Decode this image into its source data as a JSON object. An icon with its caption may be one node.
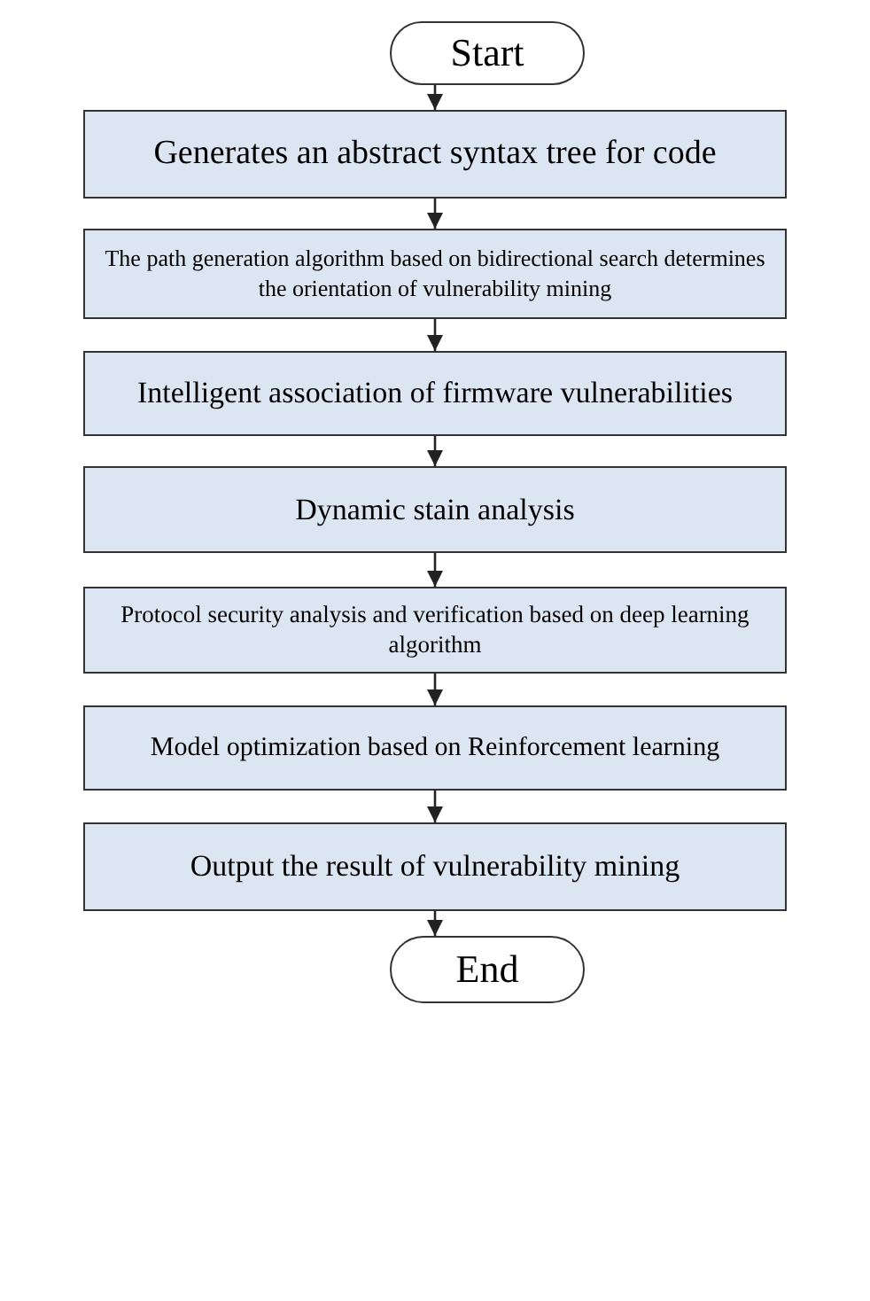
{
  "diagram": {
    "nodes": [
      {
        "text": [
          "Start"
        ]
      },
      {
        "text": [
          "Generates an abstract syntax tree for code"
        ]
      },
      {
        "text": [
          "The path generation algorithm based on bidirectional search determines the orientation of vulnerability mining"
        ]
      },
      {
        "text": [
          "Intelligent association of firmware vulnerabilities"
        ]
      },
      {
        "text": [
          "Dynamic stain analysis"
        ]
      },
      {
        "text": [
          "Protocol security analysis and verification based on deep learning algorithm"
        ]
      },
      {
        "text": [
          "Model optimization based on Reinforcement learning"
        ]
      },
      {
        "text": [
          "Output the result of vulnerability mining"
        ]
      },
      {
        "text": [
          "End"
        ]
      }
    ],
    "edges": [
      {
        "from": 0,
        "to": 1,
        "arrow": "to"
      },
      {
        "from": 1,
        "to": 2,
        "arrow": "to"
      },
      {
        "from": 2,
        "to": 3,
        "arrow": "to"
      },
      {
        "from": 3,
        "to": 4,
        "arrow": "to"
      },
      {
        "from": 4,
        "to": 5,
        "arrow": "to"
      },
      {
        "from": 5,
        "to": 6,
        "arrow": "to"
      },
      {
        "from": 6,
        "to": 7,
        "arrow": "to"
      },
      {
        "from": 7,
        "to": 8,
        "arrow": "to"
      }
    ]
  }
}
